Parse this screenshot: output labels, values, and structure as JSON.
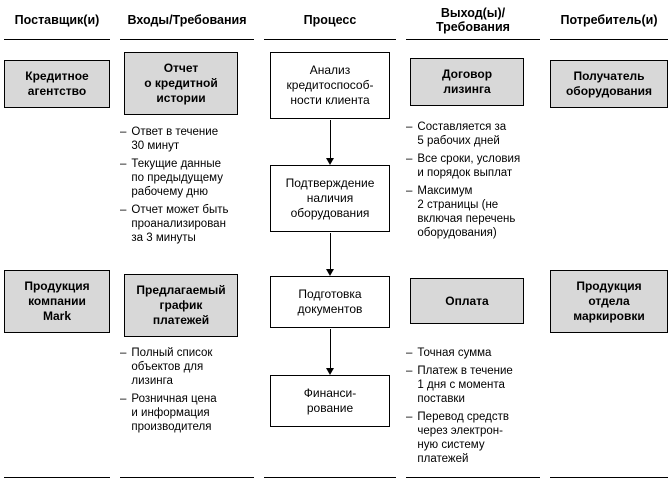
{
  "bullet_marker": "–",
  "colors": {
    "box_fill": "#d8d8d8",
    "border": "#000000"
  },
  "columns": {
    "suppliers": {
      "header": "Поставщик(и)",
      "box1": "Кредитное\nагентство",
      "box2": "Продукция\nкомпании\nMark"
    },
    "inputs": {
      "header": "Входы/Требования",
      "box1": "Отчет\nо кредитной\nистории",
      "box1_bullets": [
        "Ответ в течение\n30 минут",
        "Текущие данные\nпо предыдущему\nрабочему дню",
        "Отчет может быть\nпроанализирован\nза 3 минуты"
      ],
      "box2": "Предлагаемый\nграфик\nплатежей",
      "box2_bullets": [
        "Полный список\nобъектов для\nлизинга",
        "Розничная цена\nи информация\nпроизводителя"
      ]
    },
    "process": {
      "header": "Процесс",
      "steps": [
        "Анализ\nкредитоспособ-\nности клиента",
        "Подтверждение\nналичия\nоборудования",
        "Подготовка\nдокументов",
        "Финанси-\nрование"
      ]
    },
    "outputs": {
      "header": "Выход(ы)/\nТребования",
      "box1": "Договор\nлизинга",
      "box1_bullets": [
        "Составляется за\n5 рабочих дней",
        "Все сроки, условия\nи порядок выплат",
        "Максимум\n2 страницы (не\nвключая перечень\nоборудования)"
      ],
      "box2": "Оплата",
      "box2_bullets": [
        "Точная сумма",
        "Платеж в течение\n1 дня с момента\nпоставки",
        "Перевод средств\nчерез электрон-\nную систему\nплатежей"
      ]
    },
    "customers": {
      "header": "Потребитель(и)",
      "box1": "Получатель\nоборудования",
      "box2": "Продукция\nотдела\nмаркировки"
    }
  }
}
